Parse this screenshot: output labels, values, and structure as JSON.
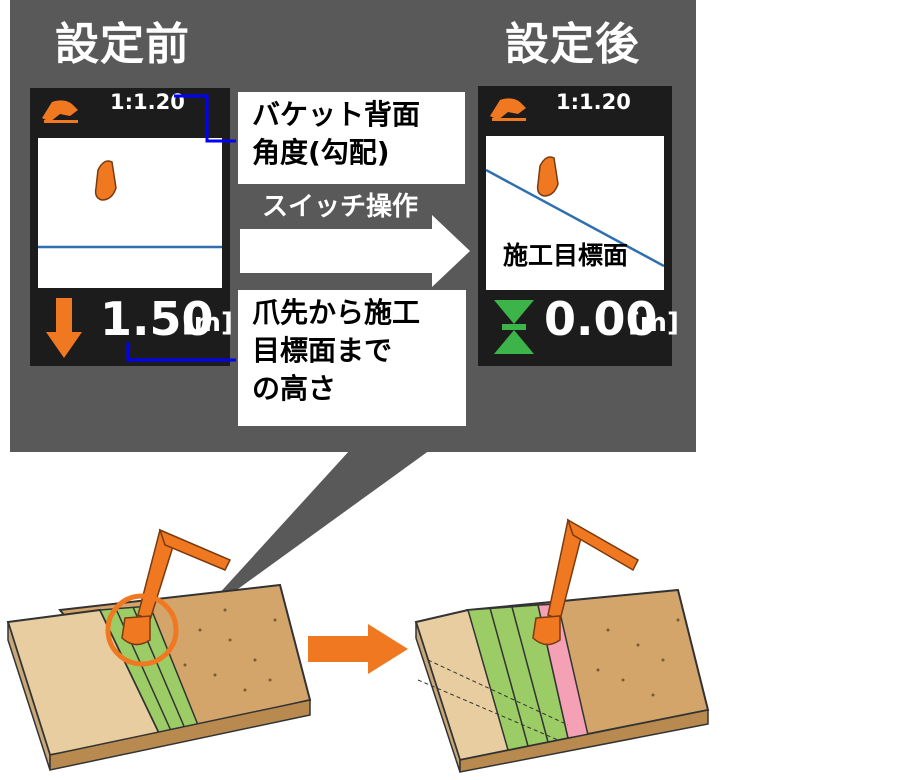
{
  "before": {
    "title": "設定前",
    "ratio": "1:1.20",
    "distance": "1.50",
    "unit": "[m]"
  },
  "after": {
    "title": "設定後",
    "ratio": "1:1.20",
    "distance": "0.00",
    "unit": "[m]",
    "target_label": "施工目標面"
  },
  "callouts": {
    "bucket_angle": [
      "バケット背面",
      "角度(勾配)"
    ],
    "tip_height": [
      "爪先から施工",
      "目標面まで",
      "の高さ"
    ]
  },
  "switch_label": "スイッチ操作",
  "colors": {
    "panel": "#595959",
    "screen": "#1c1c1c",
    "accent_orange": "#f07820",
    "leader_blue": "#0000ff",
    "target_line": "#2f6fb0",
    "grass": "#9ccc65",
    "soil": "#d3a56b",
    "cut_face": "#f4a0b5",
    "level_green": "#3cb44a"
  },
  "icons": {
    "bucket": "bucket-icon",
    "down_arrow": "down-arrow-icon",
    "on_grade": "on-grade-arrows-icon",
    "excavator": "excavator-icon",
    "right_arrow": "right-arrow-icon"
  }
}
